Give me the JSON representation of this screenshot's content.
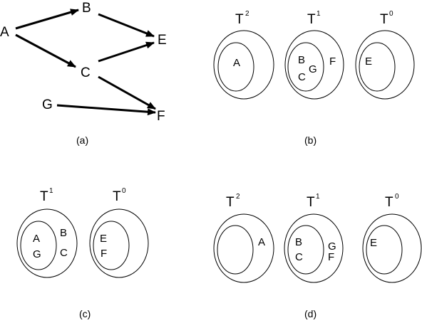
{
  "panel_a": {
    "nodes": {
      "A": "A",
      "B": "B",
      "C": "C",
      "E": "E",
      "G": "G",
      "F": "F"
    },
    "label": "(a)"
  },
  "panel_b": {
    "tree_T2": {
      "T": "T",
      "sup": "2",
      "inner": "A"
    },
    "tree_T1": {
      "T": "T",
      "sup": "1",
      "inner_1": "B",
      "inner_2": "G",
      "inner_3": "C",
      "outer": "F"
    },
    "tree_T0": {
      "T": "T",
      "sup": "0",
      "inner": "E"
    },
    "label": "(b)"
  },
  "panel_c": {
    "tree_T1": {
      "T": "T",
      "sup": "1",
      "inner_1": "A",
      "inner_2": "G",
      "outer_1": "B",
      "outer_2": "C"
    },
    "tree_T0": {
      "T": "T",
      "sup": "0",
      "inner_1": "E",
      "inner_2": "F"
    },
    "label": "(c)"
  },
  "panel_d": {
    "tree_T2": {
      "T": "T",
      "sup": "2",
      "outer": "A"
    },
    "tree_T1": {
      "T": "T",
      "sup": "1",
      "inner_1": "B",
      "inner_2": "C",
      "outer_1": "G",
      "outer_2": "F"
    },
    "tree_T0": {
      "T": "T",
      "sup": "0",
      "inner": "E"
    },
    "label": "(d)"
  }
}
